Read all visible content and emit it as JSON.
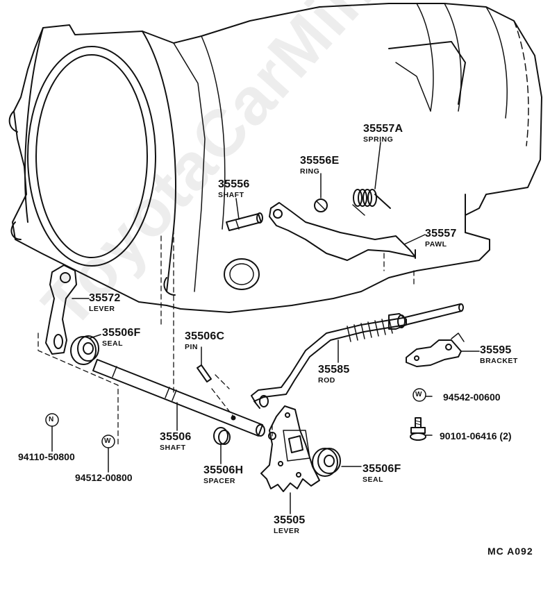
{
  "watermark": "ToyotaCarMine.ru",
  "diagram_code": "MC  A092",
  "parts": [
    {
      "id": "p35557a",
      "number": "35557A",
      "name": "SPRING"
    },
    {
      "id": "p35556e",
      "number": "35556E",
      "name": "RING"
    },
    {
      "id": "p35556",
      "number": "35556",
      "name": "SHAFT"
    },
    {
      "id": "p35557",
      "number": "35557",
      "name": "PAWL"
    },
    {
      "id": "p35572",
      "number": "35572",
      "name": "LEVER"
    },
    {
      "id": "p35506f_a",
      "number": "35506F",
      "name": "SEAL"
    },
    {
      "id": "p35506c",
      "number": "35506C",
      "name": "PIN"
    },
    {
      "id": "p35585",
      "number": "35585",
      "name": "ROD"
    },
    {
      "id": "p35595",
      "number": "35595",
      "name": "BRACKET"
    },
    {
      "id": "p35506",
      "number": "35506",
      "name": "SHAFT"
    },
    {
      "id": "p35506h",
      "number": "35506H",
      "name": "SPACER"
    },
    {
      "id": "p35506f_b",
      "number": "35506F",
      "name": "SEAL"
    },
    {
      "id": "p35505",
      "number": "35505",
      "name": "LEVER"
    }
  ],
  "fasteners": {
    "washer_94542": "94542-00600",
    "bolt_90101": "90101-06416 (2)",
    "nut_94110": "94110-50800",
    "washer_94512": "94512-00800",
    "nut_symbol": "N",
    "washer_symbol": "W"
  }
}
